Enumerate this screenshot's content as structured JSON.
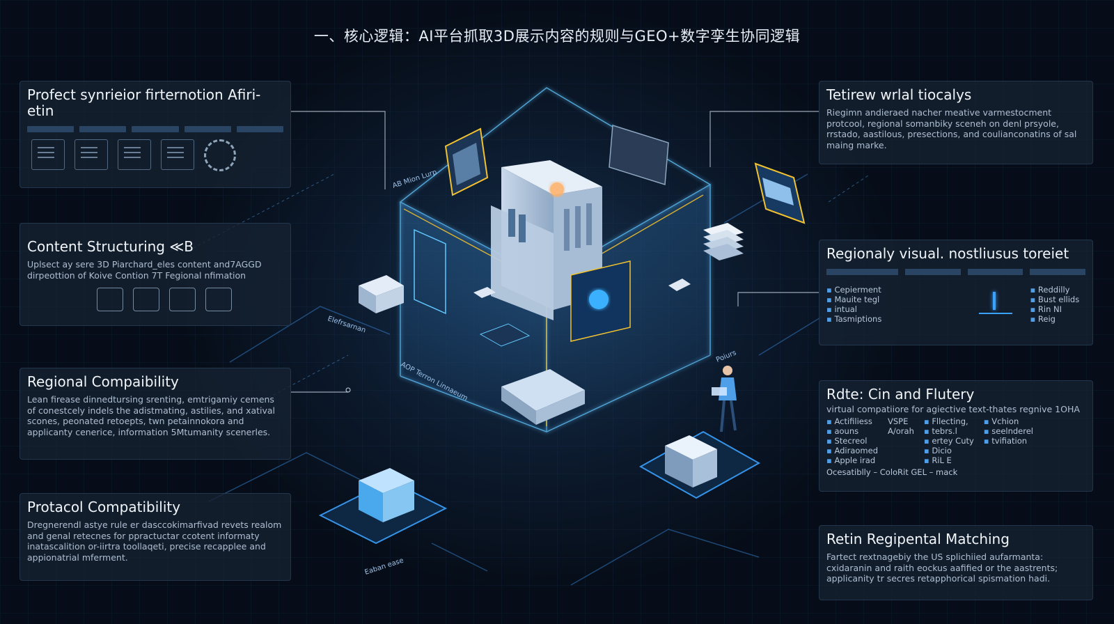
{
  "title": "一、核心逻辑：AI平台抓取3D展示内容的规则与GEO+数字孪生协同逻辑",
  "colors": {
    "accent": "#3aa2ff",
    "glow": "#63c7ff",
    "gold": "#f2c230",
    "panel": "#162232"
  },
  "left_panels": [
    {
      "title": "Profect synrieior firternotion Afiri-etin",
      "text": ""
    },
    {
      "title": "Content Structuring ≪B",
      "text": "Uplsect ay sere 3D Piarchard_eles content and7AGGD dirpeottion of Koive Contion 7T Fegional nfimation"
    },
    {
      "title": "Regional Compaibility",
      "text": "Lean firease dinnedtursing srenting, emtrigamiy cemens of conestcely indels the adistmating, astilies, and xatival scones, peonated retoepts, twn petainnokora and applicanty cenerice, information 5Mtumanity scenerles."
    },
    {
      "title": "Protacol Compatibility",
      "text": "Dregnerendl astye rule er dasccokimarfivad revets realom and genal retecnes for ppractuctar ccotent informaty inatascalition or-iirtra toollaqeti, precise recapplee and appionatrial mferment."
    }
  ],
  "right_panels": [
    {
      "title": "Tetirew wrlal tiocalys",
      "text": "Riegimn andieraed nacher meative varmestocment protcool, regional somanbiky sceneh on denl prsyole, rrstado, aastilous, presections, and coulianconatins of sal maing marke."
    },
    {
      "title": "Regionaly visual. nostliusus toreiet",
      "list_a": [
        "Cepierment",
        "Mauite tegl",
        "intual",
        "Tasmiptions"
      ],
      "list_b": [
        "Reddilly",
        "Bust ellids",
        "Rin NI",
        "Reig"
      ]
    },
    {
      "title": "Rdte: Cin and Flutery",
      "text": "virtual compatiiore for agiective text-thates regnive 1OHA",
      "col1": [
        "Actifiliess",
        "aouns",
        "Stecreol",
        "Adiraomed",
        "Apple irad"
      ],
      "col2": [
        "VSPE",
        "A/orah"
      ],
      "col3": [
        "Fllecting,",
        "tebrs.l",
        "ertey Cuty",
        "Dicio",
        "RiL E"
      ],
      "col4": [
        "Vchion",
        "seelnderel",
        "tvifiation"
      ],
      "footer": "Ocesatiblly – ColoRit  GEL – mack"
    },
    {
      "title": "Retin Regipental Matching",
      "text": "Fartect rextnagebiy the US splichiied aufarmanta: cxidaranin and raith eockus aafified or the aastrents; applicanity tr secres retapphorical spismation hadi."
    }
  ],
  "scene_labels": [
    "AB Mion Lurp",
    "AOP Terron Linnaeum",
    "Elefrsarnan",
    "Poiurs",
    "Eaban ease"
  ]
}
